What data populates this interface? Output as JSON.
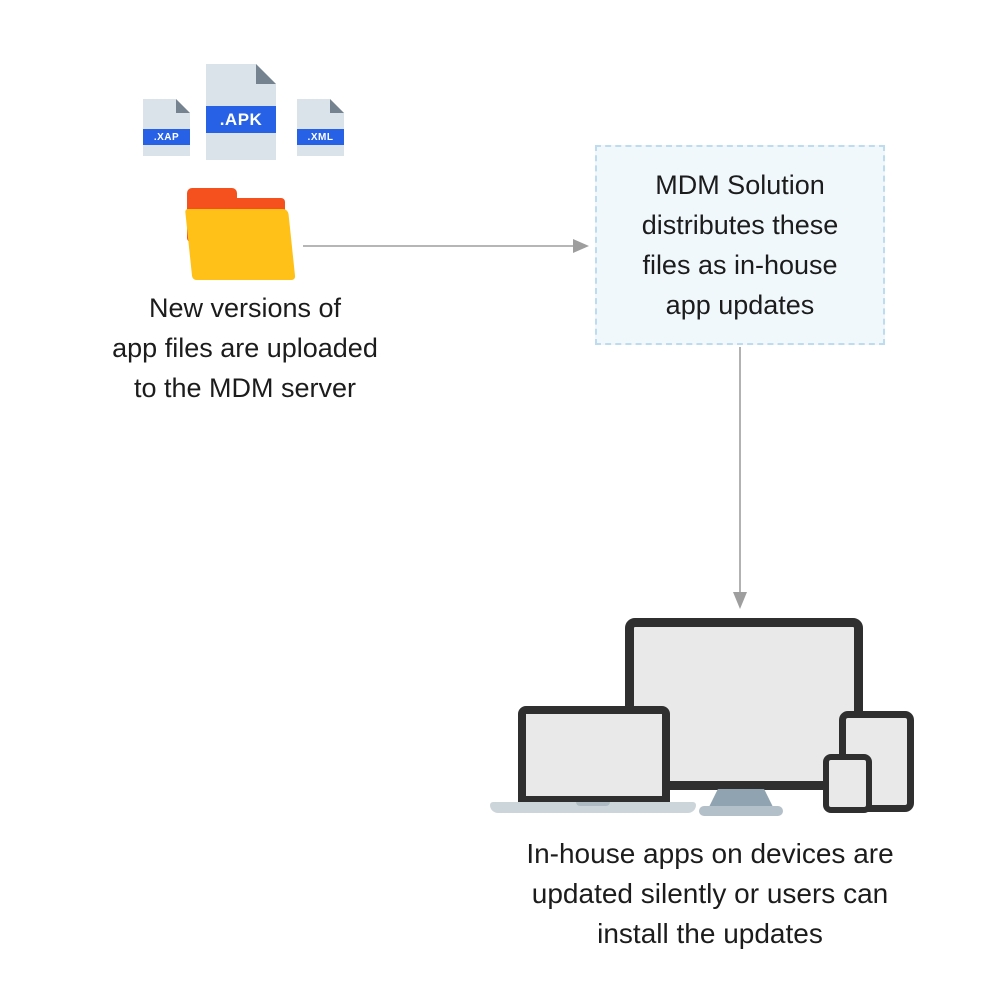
{
  "colors": {
    "accent_blue": "#2761e6",
    "file_body_gray": "#dbe3ea",
    "file_fold_gray": "#75828f",
    "folder_yellow": "#ffc117",
    "folder_tab_orange": "#f4511e",
    "mdm_box_background": "#f0f8fc",
    "mdm_box_border": "#bedcef",
    "arrow_gray": "#9e9e9e",
    "device_frame": "#2f2f2f",
    "device_screen": "#e9e9e9",
    "text": "#1c1c1c"
  },
  "files": [
    {
      "label": ".XAP"
    },
    {
      "label": ".APK"
    },
    {
      "label": ".XML"
    }
  ],
  "captions": {
    "upload": "New versions of\napp files are uploaded\nto the MDM server",
    "devices": "In-house apps on devices are\nupdated silently or users can\ninstall the updates"
  },
  "mdm_box": {
    "text": "MDM Solution\ndistributes these\nfiles as in-house\napp updates"
  }
}
